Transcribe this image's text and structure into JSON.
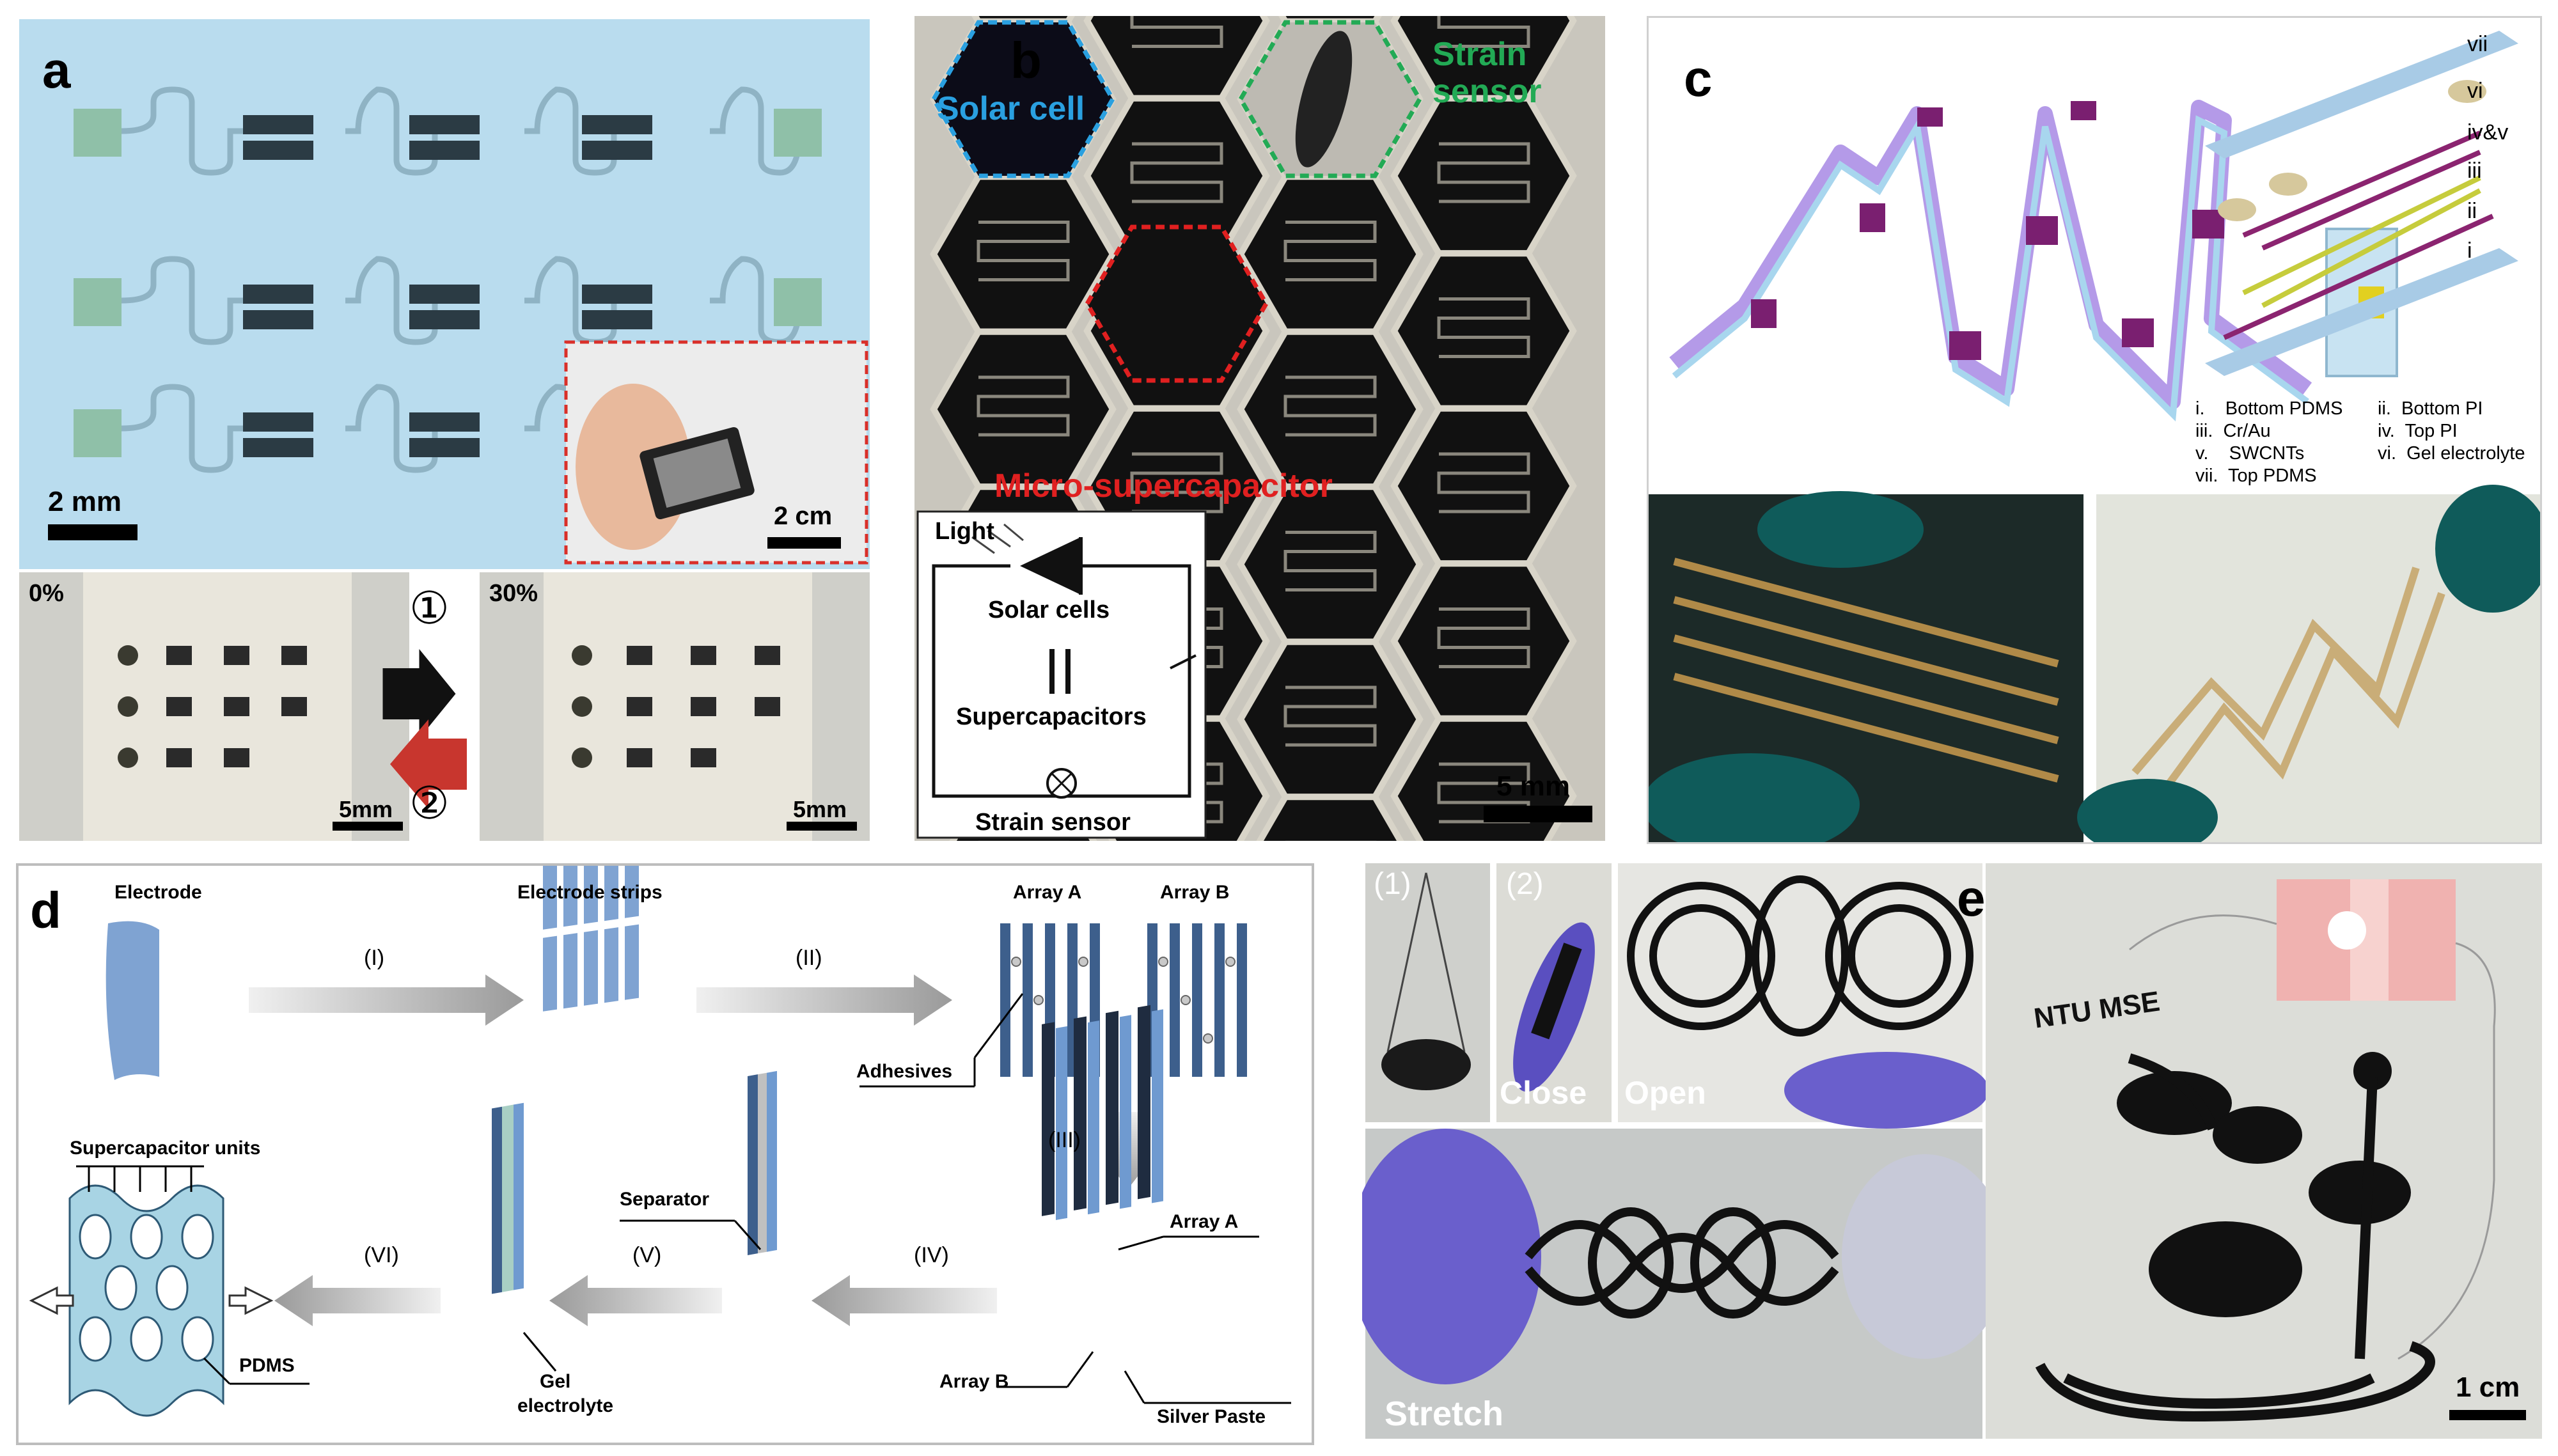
{
  "panel_a": {
    "label": "a",
    "scale_main": "2 mm",
    "scale_inset": "2 cm",
    "strain_left": "0%",
    "strain_right": "30%",
    "step1": "①",
    "step2": "②",
    "scale_left": "5mm",
    "scale_right": "5mm"
  },
  "panel_b": {
    "label": "b",
    "solar_cell": "Solar cell",
    "strain_sensor_line1": "Strain",
    "strain_sensor_line2": "sensor",
    "micro_supercapacitor": "Micro-supercapacitor",
    "scale": "5 mm",
    "circuit": {
      "light": "Light",
      "solar_cells": "Solar cells",
      "supercapacitors": "Supercapacitors",
      "strain_sensor": "Strain sensor"
    },
    "colors": {
      "solar": "#2aa0e0",
      "sensor": "#22aa55",
      "msc": "#e02020"
    }
  },
  "panel_c": {
    "label": "c",
    "layer_labels": [
      "vii",
      "vi",
      "iv&v",
      "iii",
      "ii",
      "i"
    ],
    "legend_col1": [
      "i.    Bottom PDMS",
      "iii.  Cr/Au",
      "v.    SWCNTs",
      "vii.  Top PDMS"
    ],
    "legend_col2": [
      "ii.  Bottom PI",
      "iv.  Top PI",
      "vi.  Gel electrolyte"
    ]
  },
  "panel_d": {
    "label": "d",
    "electrode": "Electrode",
    "electrode_strips": "Electrode strips",
    "array_a": "Array A",
    "array_b": "Array B",
    "adhesives": "Adhesives",
    "steps": [
      "(I)",
      "(II)",
      "(III)",
      "(IV)",
      "(V)",
      "(VI)"
    ],
    "supercapacitor_units": "Supercapacitor units",
    "separator": "Separator",
    "pdms": "PDMS",
    "gel_line1": "Gel",
    "gel_line2": "electrolyte",
    "array_a2": "Array A",
    "array_b2": "Array B",
    "silver_paste": "Silver Paste"
  },
  "panel_e": {
    "label": "e",
    "sub1": "(1)",
    "sub2": "(2)",
    "close": "Close",
    "open": "Open",
    "stretch": "Stretch",
    "ntu_mse": "NTU MSE",
    "scale": "1 cm"
  }
}
